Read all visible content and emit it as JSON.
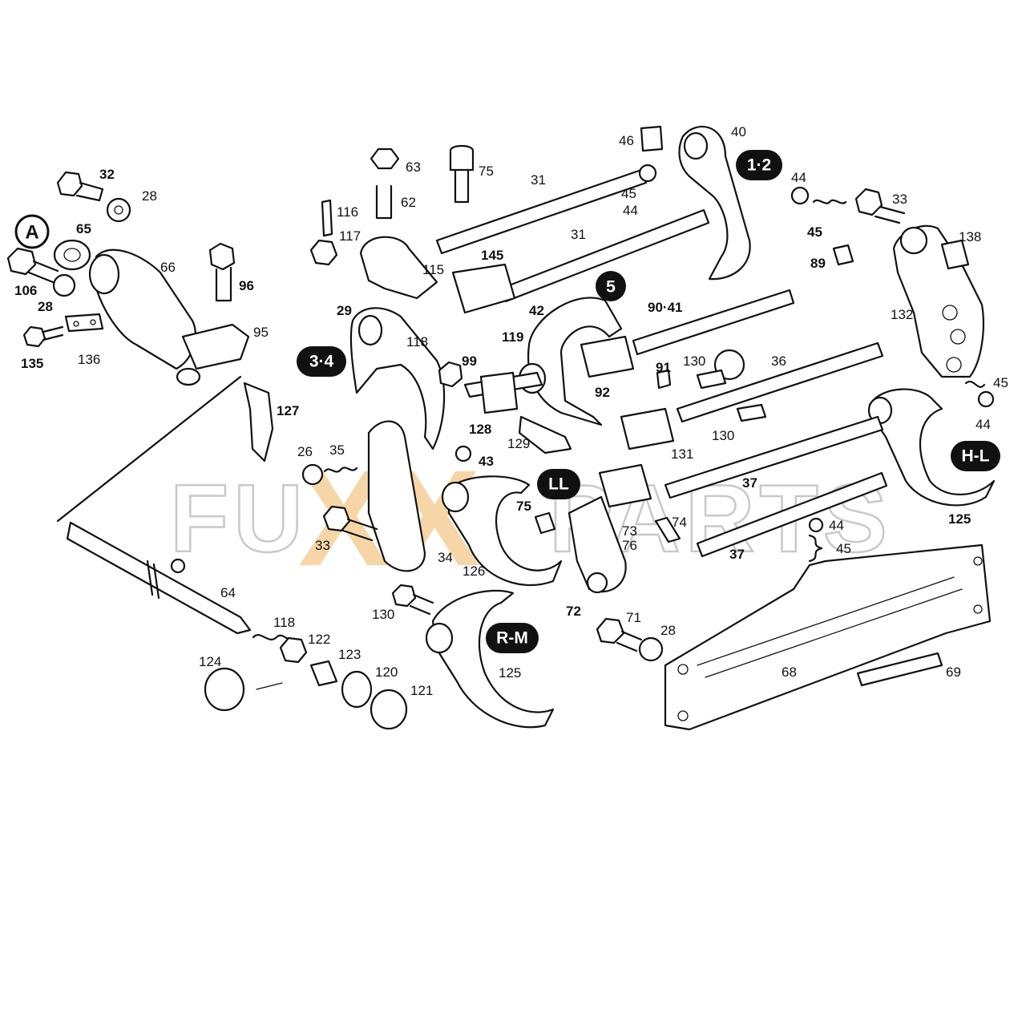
{
  "watermark": {
    "left": "FU",
    "middle": "XX",
    "right": "PARTS",
    "accent_color": "#f3c98a"
  },
  "badges": {
    "a": "A",
    "g12": "1·2",
    "g34": "3·4",
    "g5": "5",
    "hl": "H-L",
    "ll": "LL",
    "rm": "R-M"
  },
  "part_numbers": {
    "n32": "32",
    "n28a": "28",
    "n65": "65",
    "n66": "66",
    "n106": "106",
    "n28b": "28",
    "n135": "135",
    "n136": "136",
    "n96": "96",
    "n95": "95",
    "n127": "127",
    "n116": "116",
    "n117": "117",
    "n63": "63",
    "n62": "62",
    "n75a": "75",
    "n31a": "31",
    "n31b": "31",
    "n145": "145",
    "n115": "115",
    "n46": "46",
    "n45a": "45",
    "n44a": "44",
    "n40": "40",
    "n44b": "44",
    "n45b": "45",
    "n33a": "33",
    "n138": "138",
    "n89": "89",
    "n29": "29",
    "n118a": "118",
    "n119": "119",
    "n99": "99",
    "n42": "42",
    "n9041": "90·41",
    "n132": "132",
    "n91": "91",
    "n92": "92",
    "n130a": "130",
    "n36": "36",
    "n45c": "45",
    "n44c": "44",
    "n128": "128",
    "n129": "129",
    "n130b": "130",
    "n131": "131",
    "n125a": "125",
    "n26": "26",
    "n35": "35",
    "n43": "43",
    "n37a": "37",
    "n75b": "75",
    "n73": "73",
    "n74": "74",
    "n76": "76",
    "n33b": "33",
    "n34": "34",
    "n126": "126",
    "n44d": "44",
    "n45d": "45",
    "n37b": "37",
    "n64": "64",
    "n72": "72",
    "n130c": "130",
    "n71": "71",
    "n28c": "28",
    "n118b": "118",
    "n122": "122",
    "n123": "123",
    "n120": "120",
    "n121": "121",
    "n124": "124",
    "n125b": "125",
    "n68": "68",
    "n69": "69"
  }
}
